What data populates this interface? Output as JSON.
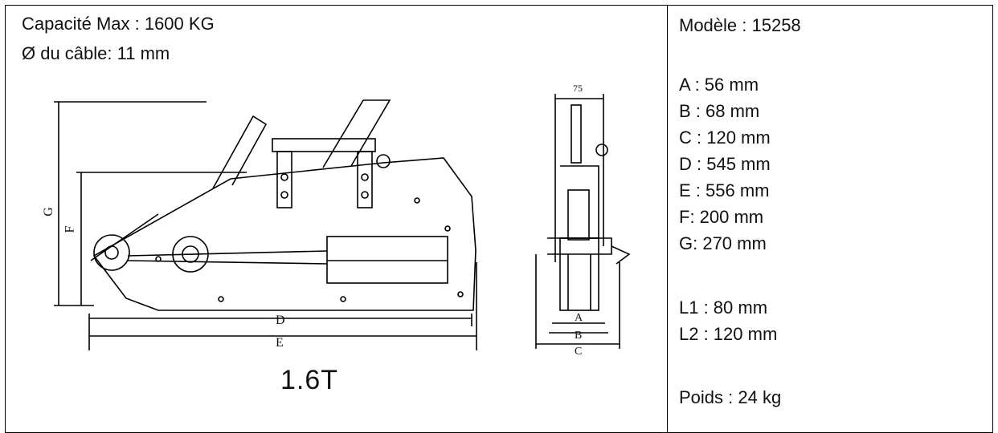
{
  "left_cell": {
    "capacity": "Capacité Max : 1600 KG",
    "cable": "Ø du câble: 11 mm",
    "caption": "1.6T",
    "drawing_labels": {
      "D": "D",
      "E": "E",
      "F": "F",
      "G": "G",
      "width_75": "75",
      "A": "A",
      "B": "B",
      "C": "C"
    }
  },
  "right_cell": {
    "model": "Modèle : 15258",
    "dims": [
      "A : 56 mm",
      "B : 68 mm",
      "C : 120 mm",
      "D : 545 mm",
      "E : 556 mm",
      "F: 200 mm",
      "G: 270 mm"
    ],
    "lengths": [
      "L1 : 80 mm",
      "L2 : 120 mm"
    ],
    "weight": "Poids : 24 kg"
  }
}
